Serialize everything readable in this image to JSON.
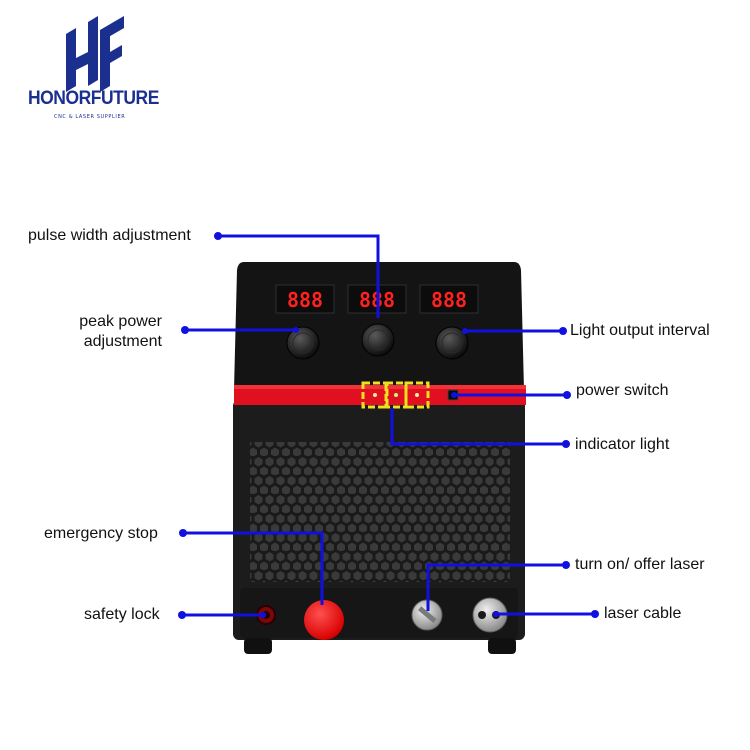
{
  "brand": {
    "name": "HONORFUTURE",
    "tagline": "CNC & LASER SUPPLIER",
    "logo_letters": "HF",
    "color": "#1b2f8f"
  },
  "colors": {
    "leader_line": "#1010e0",
    "red_stripe": "#e01020",
    "highlight_box": "#f0e020",
    "device_body": "#1c1c1c",
    "display_digits": "#ff2020",
    "emergency_stop": "#ff1a1a"
  },
  "device": {
    "display_readouts": [
      "888",
      "888",
      "888"
    ]
  },
  "callouts": {
    "pulse_width": "pulse width adjustment",
    "peak_power_line1": "peak power",
    "peak_power_line2": "adjustment",
    "light_output": "Light output interval",
    "power_switch": "power switch",
    "indicator_light": "indicator light",
    "emergency_stop": "emergency stop",
    "turn_on_laser": "turn on/ offer laser",
    "safety_lock": "safety lock",
    "laser_cable": "laser cable"
  }
}
